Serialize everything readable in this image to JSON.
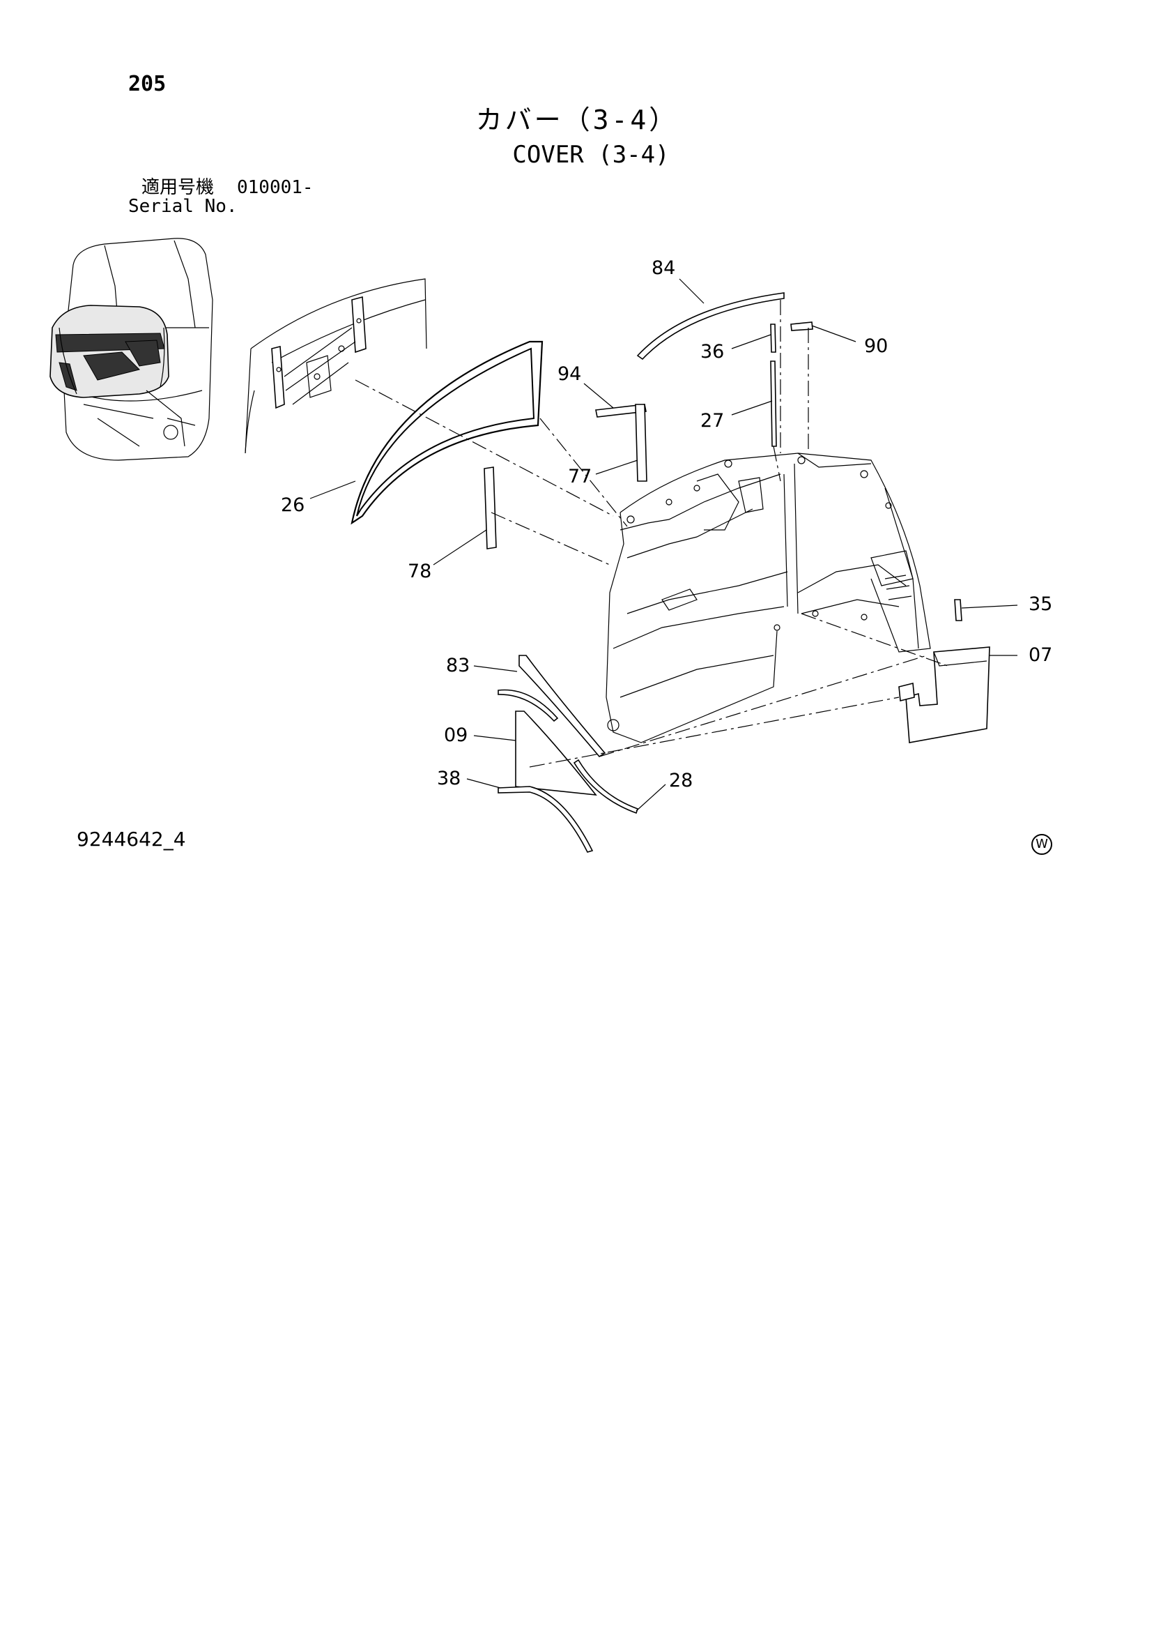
{
  "header": {
    "page_number": "205",
    "title_jp": "カバー（3-4）",
    "title_en": "COVER (3-4)",
    "serial_label_jp": "適用号機",
    "serial_value": "010001-",
    "serial_label_en": "Serial No."
  },
  "footer": {
    "doc_number": "9244642_4",
    "watermark": "W"
  },
  "part_labels": [
    "84",
    "36",
    "90",
    "94",
    "27",
    "77",
    "26",
    "78",
    "35",
    "07",
    "83",
    "09",
    "38",
    "28"
  ]
}
